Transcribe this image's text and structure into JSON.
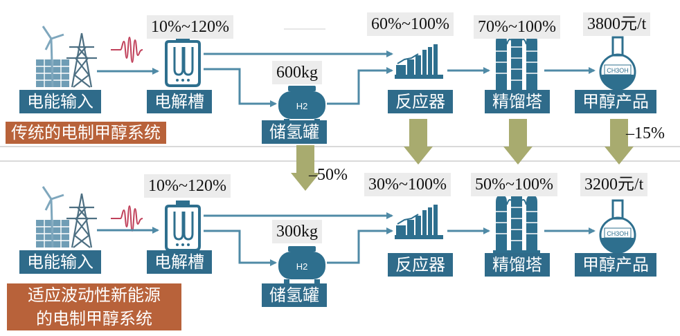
{
  "traditional": {
    "system_label": "传统的电制甲醇系统",
    "power_input": "电能输入",
    "electrolyzer": "电解槽",
    "electrolyzer_range": "10%~120%",
    "storage": "储氢罐",
    "storage_capacity": "600kg",
    "reactor": "反应器",
    "reactor_range": "60%~100%",
    "distillation": "精馏塔",
    "distillation_range": "70%~100%",
    "product": "甲醇产品",
    "price": "3800元/t"
  },
  "adaptive": {
    "system_label_line1": "适应波动性新能源",
    "system_label_line2": "的电制甲醇系统",
    "power_input": "电能输入",
    "electrolyzer": "电解槽",
    "electrolyzer_range": "10%~120%",
    "storage": "储氢罐",
    "storage_capacity": "300kg",
    "reactor": "反应器",
    "reactor_range": "30%~100%",
    "distillation": "精馏塔",
    "distillation_range": "50%~100%",
    "product": "甲醇产品",
    "price": "3200元/t"
  },
  "changes": {
    "storage_change": "–50%",
    "price_change": "–15%"
  },
  "colors": {
    "label_blue": "#2f6b8a",
    "icon_blue": "#2e6f8e",
    "system_orange": "#b8623a",
    "down_arrow_olive": "#a8ab6f",
    "wave_red": "#c0405a"
  },
  "icons": [
    "wind-grid-solar-icon",
    "electric-wave-icon",
    "electrolyzer-icon",
    "hydrogen-tank-icon",
    "reactor-icon",
    "distillation-tower-icon",
    "methanol-flask-icon"
  ],
  "flask_text": "CH3OH",
  "tank_text": "H2"
}
